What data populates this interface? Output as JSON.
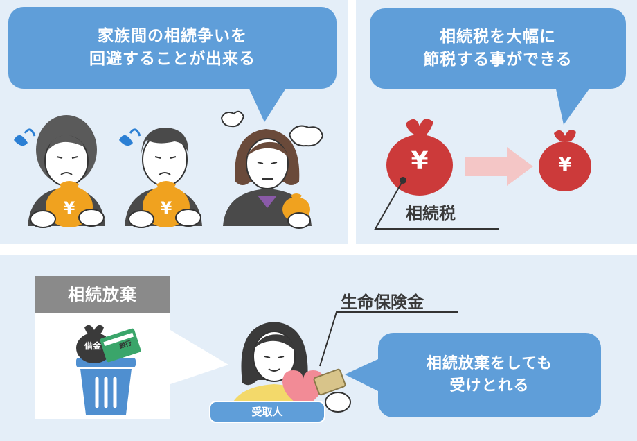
{
  "top_left": {
    "bubble_lines": [
      "家族間の相続争いを",
      "回避することが出来る"
    ]
  },
  "top_right": {
    "bubble_lines": [
      "相続税を大幅に",
      "節税する事ができる"
    ],
    "bag_symbol": "¥",
    "tax_label": "相続税"
  },
  "bottom": {
    "renounce_label": "相続放棄",
    "bag_text": "借金",
    "card_text": "銀行",
    "insurance_label": "生命保険金",
    "recipient_label": "受取人",
    "bubble_lines": [
      "相続放棄をしても",
      "受けとれる"
    ]
  },
  "colors": {
    "panel_bg": "#e4eef8",
    "bubble_blue": "#5f9ed9",
    "money_bag_red": "#cc3a3a",
    "arrow_pink": "#f4c6c6",
    "gold_bag": "#f0a21f",
    "trash_blue": "#4f8fd0",
    "heart_pink": "#f28b96"
  }
}
